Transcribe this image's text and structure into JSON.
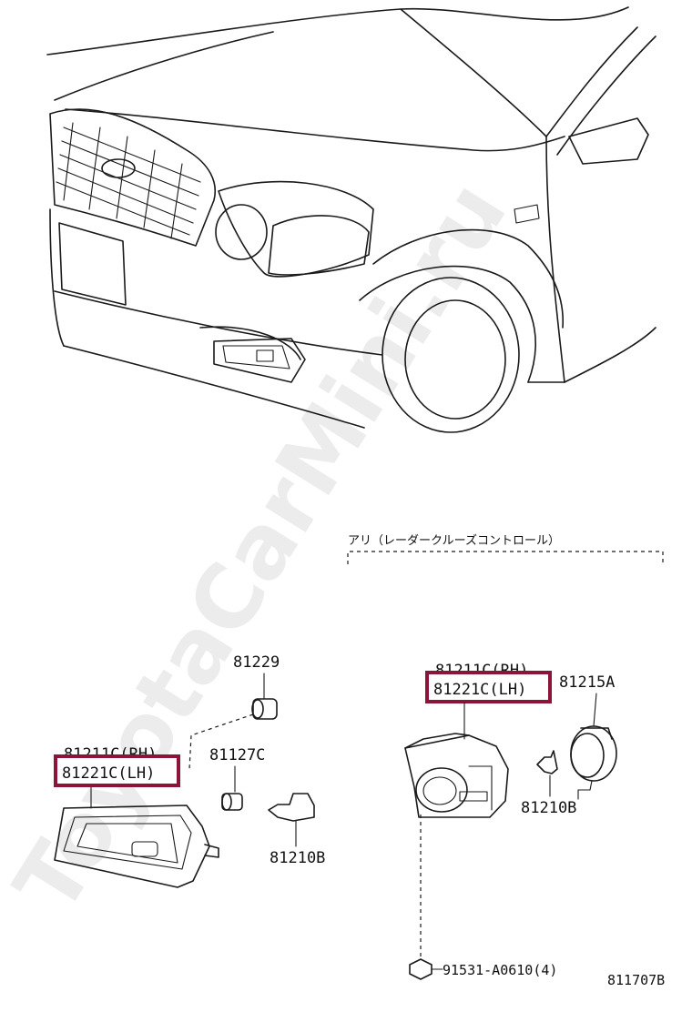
{
  "watermark": "ToyotaCarMini.ru",
  "variant_note": "アリ（レーダークルーズコントロール）",
  "diagram_id": "811707B",
  "colors": {
    "highlight": "#8b1538",
    "line": "#1a1a1a"
  },
  "left_group": {
    "lamp_rh": "81211C(RH)",
    "lamp_lh": "81221C(LH)",
    "socket": "81229",
    "gasket": "81127C",
    "bulb": "81210B"
  },
  "right_group": {
    "lamp_rh": "81211C(RH)",
    "lamp_lh": "81221C(LH)",
    "bracket": "81215A",
    "bulb": "81210B",
    "screw": "91531-A0610(4)"
  }
}
